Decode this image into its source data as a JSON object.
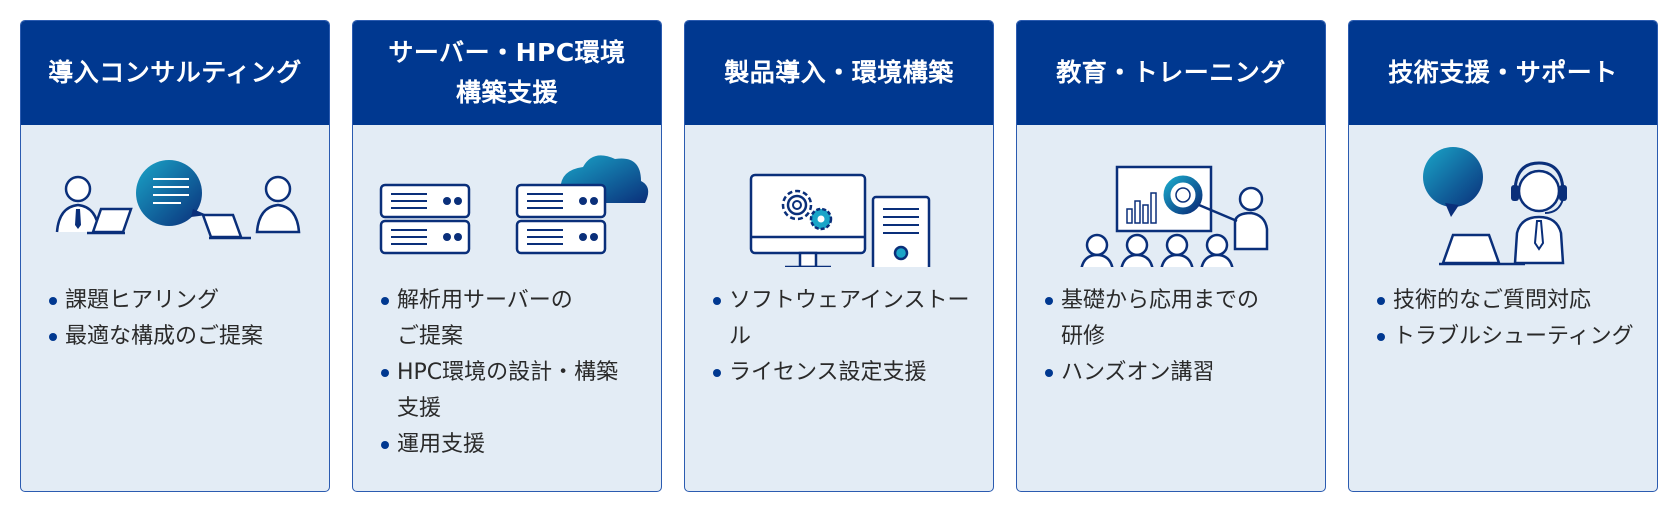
{
  "colors": {
    "header_bg": "#003890",
    "card_bg": "#e3ecf5",
    "card_border": "#2b5bb0",
    "icon_primary": "#0a2f7a",
    "icon_accent": "#1aa5c8"
  },
  "cards": [
    {
      "title": "導入コンサルティング",
      "icon": "consulting-meeting-icon",
      "bullets": [
        "課題ヒアリング",
        "最適な構成のご提案"
      ]
    },
    {
      "title": "サーバー・HPC環境\n構築支援",
      "icon": "server-cloud-icon",
      "bullets": [
        "解析用サーバーの\nご提案",
        "HPC環境の設計・構築\n支援",
        "運用支援"
      ]
    },
    {
      "title": "製品導入・環境構築",
      "icon": "monitor-gears-icon",
      "bullets": [
        "ソフトウェアインストール",
        "ライセンス設定支援"
      ]
    },
    {
      "title": "教育・トレーニング",
      "icon": "training-presentation-icon",
      "bullets": [
        "基礎から応用までの\n研修",
        "ハンズオン講習"
      ]
    },
    {
      "title": "技術支援・サポート",
      "icon": "support-headset-icon",
      "bullets": [
        "技術的なご質問対応",
        "トラブルシューティング"
      ]
    }
  ]
}
